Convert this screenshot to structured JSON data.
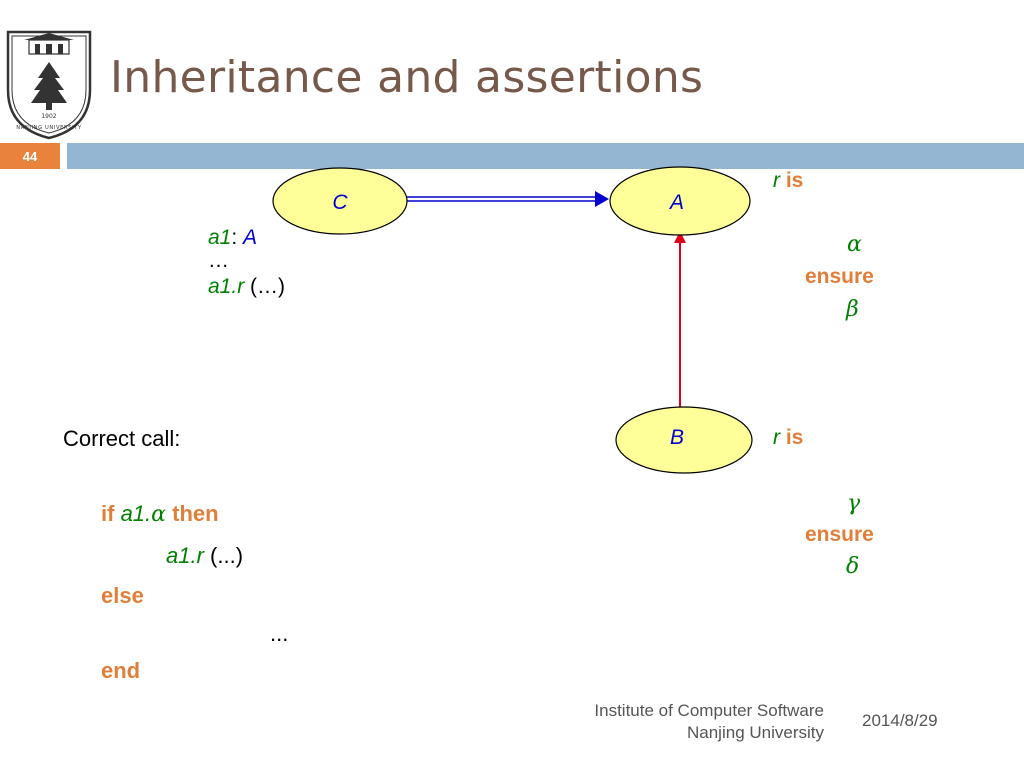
{
  "slide": {
    "title": "Inheritance and assertions",
    "number": "44"
  },
  "logo": {
    "text": "NANJING UNIVERSITY",
    "year": "1902"
  },
  "diagram": {
    "nodes": {
      "c": "C",
      "a": "A",
      "b": "B"
    },
    "client_code": {
      "line1_var": "a1",
      "line1_colon": ": ",
      "line1_type": "A",
      "line2": "…",
      "line3_call": "a1.r",
      "line3_args": " (…)"
    },
    "routine_a": {
      "name": "r",
      "is_kw": " is",
      "pre": "α",
      "ensure_kw": "ensure",
      "post": "β"
    },
    "routine_b": {
      "name": "r",
      "is_kw": " is",
      "pre": "γ",
      "ensure_kw": "ensure",
      "post": "δ"
    }
  },
  "correct_call": {
    "label": "Correct call:",
    "if_kw": "if",
    "cond_var": " a1.",
    "cond_pre": "α",
    "then_kw": " then",
    "call": "a1.r",
    "call_args": " (...)",
    "else_kw": "else",
    "ellipsis": "...",
    "end_kw": "end"
  },
  "footer": {
    "institute": "Institute of Computer Software",
    "university": "Nanjing University",
    "date": "2014/8/29"
  },
  "colors": {
    "title": "#76594a",
    "accent_orange": "#e07f3a",
    "header_bar": "#94b6d2",
    "node_fill": "#ffff99",
    "inheritance_arrow_blue": "#0000cc",
    "inheritance_arrow_red": "#e0001b",
    "code_green": "#008000"
  }
}
